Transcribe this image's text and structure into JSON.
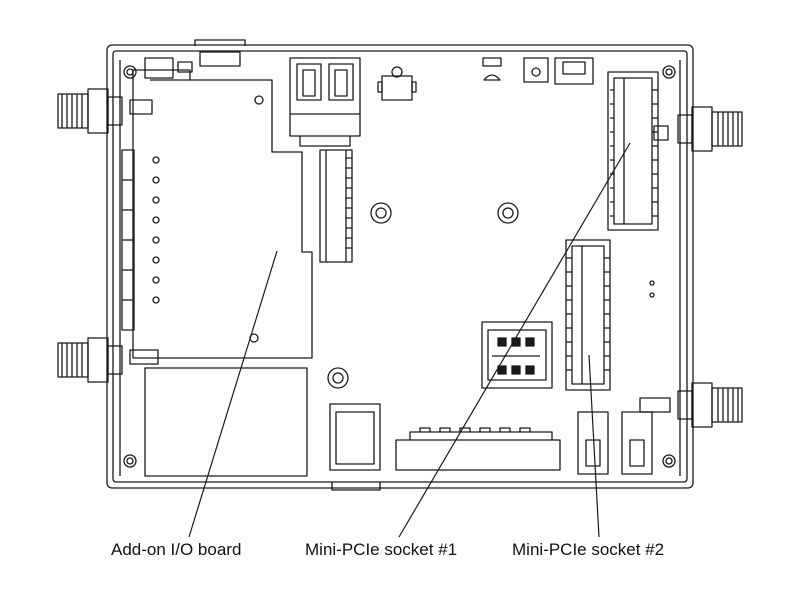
{
  "callouts": {
    "addon_board": "Add-on I/O board",
    "socket1": "Mini-PCIe socket #1",
    "socket2": "Mini-PCIe socket #2"
  },
  "colors": {
    "line": "#1a1a1a",
    "fill": "#ffffff",
    "text": "#111111"
  }
}
